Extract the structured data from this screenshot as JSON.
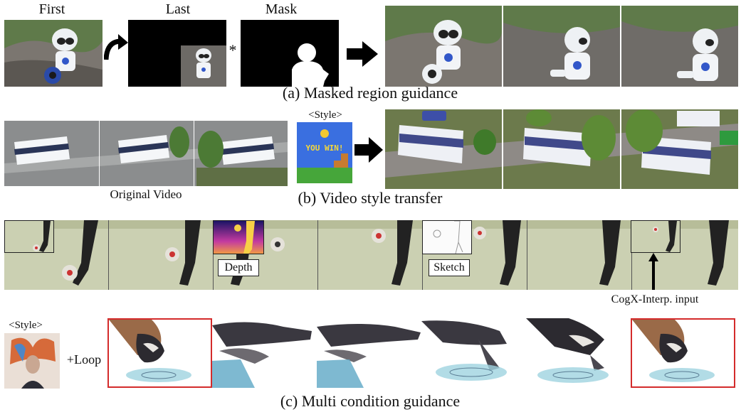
{
  "section_a": {
    "label_first": "First",
    "label_last": "Last",
    "label_mask": "Mask",
    "operator": "*",
    "caption": "(a) Masked region guidance"
  },
  "section_b": {
    "original_video_label": "Original Video",
    "style_label": "<Style>",
    "style_image_text": "YOU WIN!",
    "caption": "(b) Video style transfer"
  },
  "section_c": {
    "depth_label": "Depth",
    "sketch_label": "Sketch",
    "interp_label": "CogX-Interp. input",
    "style_label": "<Style>",
    "loop_label": "+Loop",
    "caption": "(c) Multi condition guidance"
  },
  "colors": {
    "highlight_border": "#d42b2b",
    "grass": "#c9ceb0",
    "rock": "#6d6a66",
    "water": "#9fd3e0"
  }
}
